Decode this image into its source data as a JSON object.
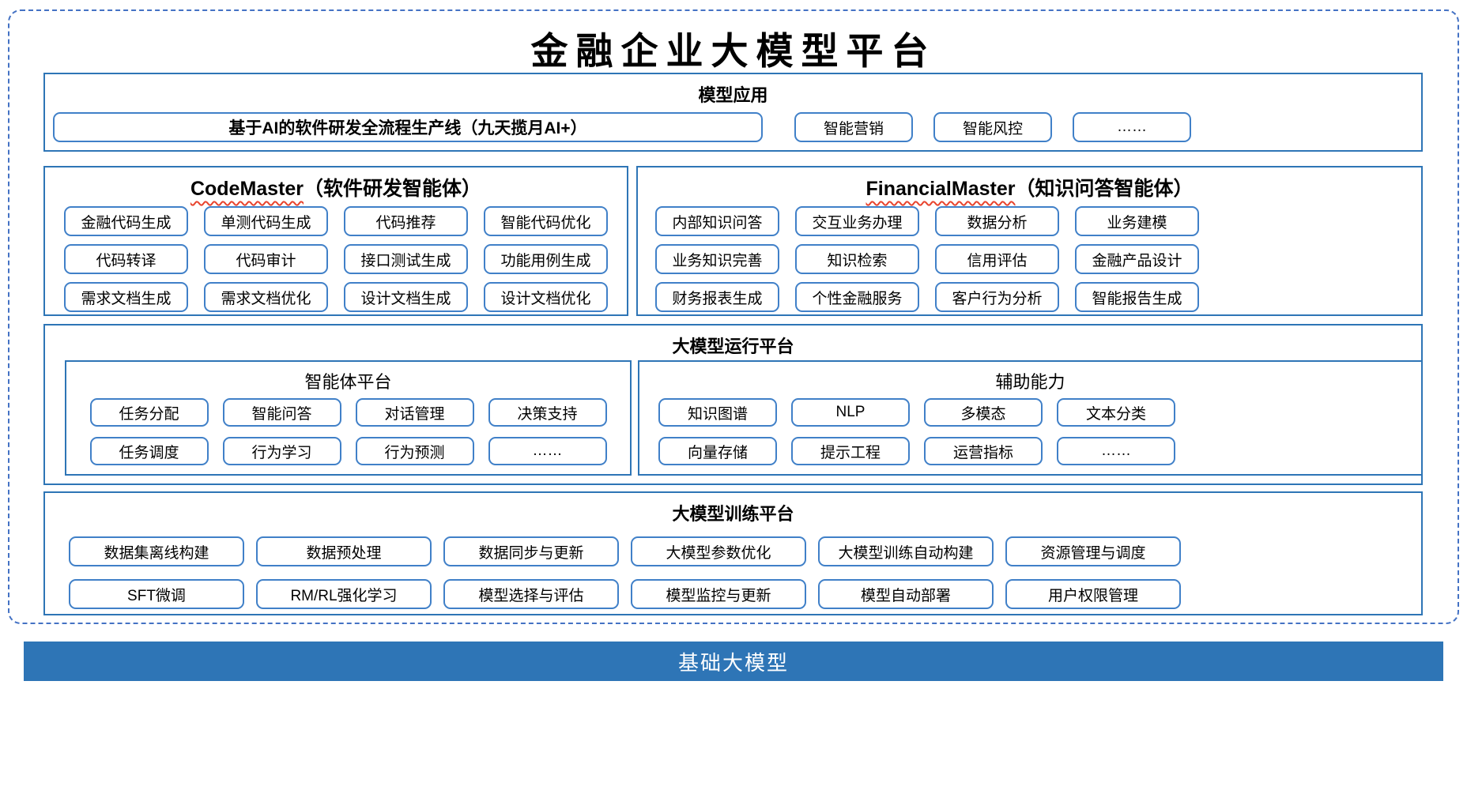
{
  "title": "金融企业大模型平台",
  "colors": {
    "frame_dashed": "#4472C4",
    "section_border": "#2E75B6",
    "item_border": "#4080C8",
    "foundation_bar": "#2E75B6",
    "squiggle_red": "#E8442E",
    "text": "#000000"
  },
  "sections": {
    "model_app": {
      "title": "模型应用",
      "main_item": "基于AI的软件研发全流程生产线（九天揽月AI+）",
      "items": [
        "智能营销",
        "智能风控",
        "……"
      ]
    },
    "codemaster": {
      "title_en": "CodeMaster",
      "title_zh": "（软件研发智能体）",
      "items": [
        "金融代码生成",
        "单测代码生成",
        "代码推荐",
        "智能代码优化",
        "代码转译",
        "代码审计",
        "接口测试生成",
        "功能用例生成",
        "需求文档生成",
        "需求文档优化",
        "设计文档生成",
        "设计文档优化"
      ]
    },
    "financialmaster": {
      "title_en": "FinancialMaster",
      "title_zh": "（知识问答智能体）",
      "items": [
        "内部知识问答",
        "交互业务办理",
        "数据分析",
        "业务建模",
        "业务知识完善",
        "知识检索",
        "信用评估",
        "金融产品设计",
        "财务报表生成",
        "个性金融服务",
        "客户行为分析",
        "智能报告生成"
      ]
    },
    "runtime": {
      "title": "大模型运行平台",
      "agent_platform": {
        "title": "智能体平台",
        "items": [
          "任务分配",
          "智能问答",
          "对话管理",
          "决策支持",
          "任务调度",
          "行为学习",
          "行为预测",
          "……"
        ]
      },
      "aux": {
        "title": "辅助能力",
        "items": [
          "知识图谱",
          "NLP",
          "多模态",
          "文本分类",
          "向量存储",
          "提示工程",
          "运营指标",
          "……"
        ]
      }
    },
    "training": {
      "title": "大模型训练平台",
      "items": [
        "数据集离线构建",
        "数据预处理",
        "数据同步与更新",
        "大模型参数优化",
        "大模型训练自动构建",
        "资源管理与调度",
        "SFT微调",
        "RM/RL强化学习",
        "模型选择与评估",
        "模型监控与更新",
        "模型自动部署",
        "用户权限管理"
      ]
    },
    "foundation": {
      "title": "基础大模型"
    }
  }
}
